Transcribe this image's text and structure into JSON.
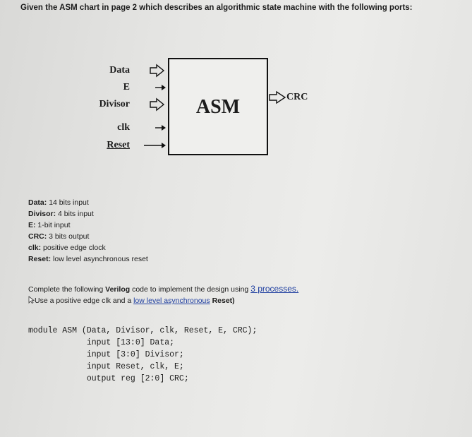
{
  "intro": "Given the ASM chart in page 2 which describes an algorithmic state machine with the following ports:",
  "diagram": {
    "block_label": "ASM",
    "inputs": [
      {
        "label": "Data",
        "arrow": "bus"
      },
      {
        "label": "E",
        "arrow": "single"
      },
      {
        "label": "Divisor",
        "arrow": "bus"
      },
      {
        "label": "clk",
        "arrow": "single"
      },
      {
        "label": "Reset",
        "arrow": "single"
      }
    ],
    "output": {
      "label": "CRC",
      "arrow": "bus"
    }
  },
  "ports": [
    {
      "name": "Data:",
      "desc": "14 bits input"
    },
    {
      "name": "Divisor:",
      "desc": "4 bits input"
    },
    {
      "name": "E:",
      "desc": "1-bit input"
    },
    {
      "name": "CRC:",
      "desc": "3 bits output"
    },
    {
      "name": "clk:",
      "desc": "positive edge clock"
    },
    {
      "name": "Reset:",
      "desc": "low level asynchronous reset"
    }
  ],
  "instruction": {
    "pre": "Complete the following ",
    "bold": "Verilog",
    "mid": " code to implement the design using ",
    "link": "3 processes.",
    "line2_pre": "Use a positive edge clk and a ",
    "line2_link": "low level asynchronous",
    "line2_bold": " Reset)"
  },
  "code_lines": [
    "module ASM (Data, Divisor, clk, Reset, E, CRC);",
    "            input [13:0] Data;",
    "            input [3:0] Divisor;",
    "            input Reset, clk, E;",
    "            output reg [2:0] CRC;"
  ]
}
